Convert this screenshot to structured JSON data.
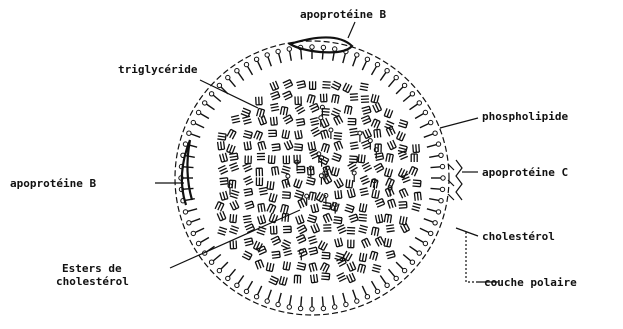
{
  "diagram": {
    "labels": {
      "apoprotein_b_top": "apoprotéine B",
      "triglyceride": "triglycéride",
      "phospholipid": "phospholipide",
      "apoprotein_b_left": "apoprotéine B",
      "apoprotein_c": "apoprotéine C",
      "cholesterol": "cholestérol",
      "cholesterol_esters_line1": "Esters de",
      "cholesterol_esters_line2": "cholestérol",
      "polar_layer": "couche polaire"
    },
    "colors": {
      "ink": "#111111",
      "paper": "#ffffff"
    }
  }
}
